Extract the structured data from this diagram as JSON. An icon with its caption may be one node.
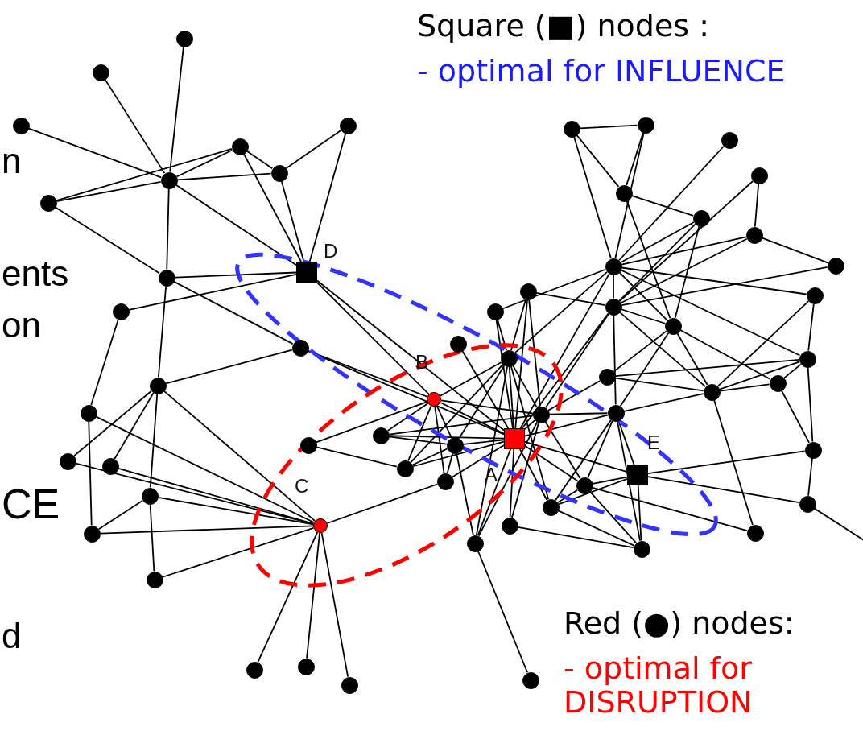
{
  "diagram": {
    "nodes": [
      {
        "text": [],
        "shape": "circle"
      },
      {
        "text": [],
        "shape": "circle"
      },
      {
        "text": [],
        "shape": "circle"
      },
      {
        "text": [],
        "shape": "circle"
      },
      {
        "text": [],
        "shape": "circle"
      },
      {
        "text": [],
        "shape": "circle"
      },
      {
        "text": [],
        "shape": "circle"
      },
      {
        "text": [],
        "shape": "circle"
      },
      {
        "text": [],
        "shape": "circle"
      },
      {
        "text": [],
        "shape": "circle"
      },
      {
        "text": [],
        "shape": "circle"
      },
      {
        "text": [],
        "shape": "circle"
      },
      {
        "text": [],
        "shape": "circle"
      },
      {
        "text": [],
        "shape": "circle"
      },
      {
        "text": [],
        "shape": "circle"
      },
      {
        "text": [],
        "shape": "circle"
      },
      {
        "text": [],
        "shape": "circle"
      },
      {
        "text": [],
        "shape": "box",
        "beside": [
          "D"
        ]
      },
      {
        "text": [],
        "shape": "circle"
      },
      {
        "text": [],
        "shape": "circle"
      },
      {
        "text": [],
        "shape": "circle"
      },
      {
        "text": [],
        "shape": "circle"
      },
      {
        "text": [],
        "shape": "circle"
      },
      {
        "text": [],
        "shape": "circle"
      },
      {
        "text": [],
        "shape": "circle"
      },
      {
        "text": [],
        "shape": "circle"
      },
      {
        "text": [],
        "shape": "circle"
      },
      {
        "text": [],
        "shape": "circle"
      },
      {
        "text": [],
        "shape": "circle"
      },
      {
        "text": [],
        "shape": "circle"
      },
      {
        "text": [],
        "shape": "circle",
        "beside": [
          "B"
        ]
      },
      {
        "text": [],
        "shape": "circle"
      },
      {
        "text": [],
        "shape": "circle"
      },
      {
        "text": [],
        "shape": "circle"
      },
      {
        "text": [],
        "shape": "circle"
      },
      {
        "text": [],
        "shape": "circle"
      },
      {
        "text": [],
        "shape": "circle"
      },
      {
        "text": [],
        "shape": "circle"
      },
      {
        "text": [],
        "shape": "circle"
      },
      {
        "text": [],
        "shape": "circle"
      },
      {
        "text": [],
        "shape": "box",
        "beside": [
          "A"
        ]
      },
      {
        "text": [],
        "shape": "circle"
      },
      {
        "text": [],
        "shape": "circle"
      },
      {
        "text": [],
        "shape": "circle"
      },
      {
        "text": [],
        "shape": "circle"
      },
      {
        "text": [],
        "shape": "circle"
      },
      {
        "text": [],
        "shape": "box",
        "beside": [
          "E"
        ]
      },
      {
        "text": [],
        "shape": "circle"
      },
      {
        "text": [],
        "shape": "circle"
      },
      {
        "text": [],
        "shape": "circle"
      },
      {
        "text": [],
        "shape": "circle"
      },
      {
        "text": [],
        "shape": "circle",
        "beside": [
          "C"
        ]
      },
      {
        "text": [],
        "shape": "circle"
      },
      {
        "text": [],
        "shape": "circle"
      },
      {
        "text": [],
        "shape": "circle"
      },
      {
        "text": [],
        "shape": "circle"
      },
      {
        "text": [],
        "shape": "circle"
      },
      {
        "text": [],
        "shape": "circle"
      },
      {
        "text": [],
        "shape": "circle"
      },
      {
        "text": [],
        "shape": "circle"
      },
      {
        "text": [],
        "shape": "circle"
      },
      {
        "text": [],
        "shape": "circle"
      }
    ],
    "edges": [
      {
        "from": 0,
        "to": 5,
        "arrow": "none"
      },
      {
        "from": 1,
        "to": 5,
        "arrow": "none"
      },
      {
        "from": 2,
        "to": 5,
        "arrow": "none"
      },
      {
        "from": 7,
        "to": 5,
        "arrow": "none"
      },
      {
        "from": 7,
        "to": 3,
        "arrow": "none"
      },
      {
        "from": 5,
        "to": 3,
        "arrow": "none"
      },
      {
        "from": 5,
        "to": 6,
        "arrow": "none"
      },
      {
        "from": 3,
        "to": 6,
        "arrow": "none"
      },
      {
        "from": 5,
        "to": 17,
        "arrow": "none"
      },
      {
        "from": 3,
        "to": 17,
        "arrow": "none"
      },
      {
        "from": 6,
        "to": 17,
        "arrow": "none"
      },
      {
        "from": 4,
        "to": 6,
        "arrow": "none"
      },
      {
        "from": 4,
        "to": 17,
        "arrow": "none"
      },
      {
        "from": 7,
        "to": 16,
        "arrow": "none"
      },
      {
        "from": 5,
        "to": 16,
        "arrow": "none"
      },
      {
        "from": 16,
        "to": 17,
        "arrow": "none"
      },
      {
        "from": 16,
        "to": 25,
        "arrow": "none"
      },
      {
        "from": 16,
        "to": 29,
        "arrow": "none"
      },
      {
        "from": 18,
        "to": 17,
        "arrow": "none"
      },
      {
        "from": 18,
        "to": 34,
        "arrow": "none"
      },
      {
        "from": 17,
        "to": 30,
        "arrow": "none"
      },
      {
        "from": 17,
        "to": 40,
        "arrow": "none"
      },
      {
        "from": 29,
        "to": 43,
        "arrow": "none"
      },
      {
        "from": 29,
        "to": 44,
        "arrow": "none"
      },
      {
        "from": 29,
        "to": 48,
        "arrow": "none"
      },
      {
        "from": 29,
        "to": 51,
        "arrow": "none"
      },
      {
        "from": 29,
        "to": 25,
        "arrow": "none"
      },
      {
        "from": 34,
        "to": 52,
        "arrow": "none"
      },
      {
        "from": 34,
        "to": 51,
        "arrow": "none"
      },
      {
        "from": 43,
        "to": 51,
        "arrow": "none"
      },
      {
        "from": 44,
        "to": 51,
        "arrow": "none"
      },
      {
        "from": 48,
        "to": 51,
        "arrow": "none"
      },
      {
        "from": 48,
        "to": 52,
        "arrow": "none"
      },
      {
        "from": 48,
        "to": 57,
        "arrow": "none"
      },
      {
        "from": 52,
        "to": 51,
        "arrow": "none"
      },
      {
        "from": 57,
        "to": 51,
        "arrow": "none"
      },
      {
        "from": 51,
        "to": 58,
        "arrow": "none"
      },
      {
        "from": 51,
        "to": 59,
        "arrow": "none"
      },
      {
        "from": 51,
        "to": 60,
        "arrow": "none"
      },
      {
        "from": 51,
        "to": 42,
        "arrow": "none"
      },
      {
        "from": 25,
        "to": 30,
        "arrow": "none"
      },
      {
        "from": 25,
        "to": 40,
        "arrow": "none"
      },
      {
        "from": 26,
        "to": 40,
        "arrow": "none"
      },
      {
        "from": 30,
        "to": 27,
        "arrow": "none"
      },
      {
        "from": 30,
        "to": 37,
        "arrow": "none"
      },
      {
        "from": 38,
        "to": 30,
        "arrow": "none"
      },
      {
        "from": 30,
        "to": 40,
        "arrow": "none"
      },
      {
        "from": 30,
        "to": 41,
        "arrow": "none"
      },
      {
        "from": 30,
        "to": 39,
        "arrow": "none"
      },
      {
        "from": 30,
        "to": 42,
        "arrow": "none"
      },
      {
        "from": 30,
        "to": 35,
        "arrow": "none"
      },
      {
        "from": 38,
        "to": 41,
        "arrow": "none"
      },
      {
        "from": 37,
        "to": 40,
        "arrow": "none"
      },
      {
        "from": 37,
        "to": 39,
        "arrow": "none"
      },
      {
        "from": 37,
        "to": 35,
        "arrow": "none"
      },
      {
        "from": 39,
        "to": 40,
        "arrow": "none"
      },
      {
        "from": 39,
        "to": 27,
        "arrow": "none"
      },
      {
        "from": 41,
        "to": 40,
        "arrow": "none"
      },
      {
        "from": 41,
        "to": 27,
        "arrow": "none"
      },
      {
        "from": 41,
        "to": 39,
        "arrow": "none"
      },
      {
        "from": 42,
        "to": 40,
        "arrow": "none"
      },
      {
        "from": 42,
        "to": 39,
        "arrow": "none"
      },
      {
        "from": 40,
        "to": 27,
        "arrow": "none"
      },
      {
        "from": 40,
        "to": 35,
        "arrow": "none"
      },
      {
        "from": 40,
        "to": 53,
        "arrow": "none"
      },
      {
        "from": 40,
        "to": 54,
        "arrow": "none"
      },
      {
        "from": 40,
        "to": 47,
        "arrow": "none"
      },
      {
        "from": 40,
        "to": 50,
        "arrow": "none"
      },
      {
        "from": 40,
        "to": 19,
        "arrow": "none"
      },
      {
        "from": 40,
        "to": 20,
        "arrow": "none"
      },
      {
        "from": 40,
        "to": 21,
        "arrow": "none"
      },
      {
        "from": 40,
        "to": 23,
        "arrow": "none"
      },
      {
        "from": 40,
        "to": 36,
        "arrow": "none"
      },
      {
        "from": 40,
        "to": 46,
        "arrow": "none"
      },
      {
        "from": 54,
        "to": 61,
        "arrow": "none"
      },
      {
        "from": 54,
        "to": 39,
        "arrow": "none"
      },
      {
        "from": 54,
        "to": 27,
        "arrow": "none"
      },
      {
        "from": 54,
        "to": 35,
        "arrow": "none"
      },
      {
        "from": 53,
        "to": 55,
        "arrow": "none"
      },
      {
        "from": 53,
        "to": 35,
        "arrow": "none"
      },
      {
        "from": 27,
        "to": 20,
        "arrow": "none"
      },
      {
        "from": 27,
        "to": 21,
        "arrow": "none"
      },
      {
        "from": 27,
        "to": 19,
        "arrow": "none"
      },
      {
        "from": 27,
        "to": 35,
        "arrow": "none"
      },
      {
        "from": 27,
        "to": 50,
        "arrow": "none"
      },
      {
        "from": 8,
        "to": 9,
        "arrow": "none"
      },
      {
        "from": 8,
        "to": 12,
        "arrow": "none"
      },
      {
        "from": 8,
        "to": 19,
        "arrow": "none"
      },
      {
        "from": 9,
        "to": 12,
        "arrow": "none"
      },
      {
        "from": 9,
        "to": 19,
        "arrow": "none"
      },
      {
        "from": 10,
        "to": 19,
        "arrow": "none"
      },
      {
        "from": 11,
        "to": 14,
        "arrow": "none"
      },
      {
        "from": 11,
        "to": 23,
        "arrow": "none"
      },
      {
        "from": 12,
        "to": 13,
        "arrow": "none"
      },
      {
        "from": 12,
        "to": 24,
        "arrow": "none"
      },
      {
        "from": 13,
        "to": 19,
        "arrow": "none"
      },
      {
        "from": 13,
        "to": 23,
        "arrow": "none"
      },
      {
        "from": 13,
        "to": 24,
        "arrow": "none"
      },
      {
        "from": 14,
        "to": 15,
        "arrow": "none"
      },
      {
        "from": 14,
        "to": 19,
        "arrow": "none"
      },
      {
        "from": 14,
        "to": 23,
        "arrow": "none"
      },
      {
        "from": 15,
        "to": 23,
        "arrow": "none"
      },
      {
        "from": 19,
        "to": 22,
        "arrow": "none"
      },
      {
        "from": 19,
        "to": 23,
        "arrow": "none"
      },
      {
        "from": 19,
        "to": 24,
        "arrow": "none"
      },
      {
        "from": 19,
        "to": 28,
        "arrow": "none"
      },
      {
        "from": 19,
        "to": 21,
        "arrow": "none"
      },
      {
        "from": 23,
        "to": 20,
        "arrow": "none"
      },
      {
        "from": 23,
        "to": 24,
        "arrow": "none"
      },
      {
        "from": 23,
        "to": 32,
        "arrow": "none"
      },
      {
        "from": 23,
        "to": 35,
        "arrow": "none"
      },
      {
        "from": 23,
        "to": 36,
        "arrow": "none"
      },
      {
        "from": 24,
        "to": 32,
        "arrow": "none"
      },
      {
        "from": 24,
        "to": 33,
        "arrow": "none"
      },
      {
        "from": 24,
        "to": 31,
        "arrow": "none"
      },
      {
        "from": 24,
        "to": 36,
        "arrow": "none"
      },
      {
        "from": 31,
        "to": 28,
        "arrow": "none"
      },
      {
        "from": 31,
        "to": 32,
        "arrow": "none"
      },
      {
        "from": 32,
        "to": 33,
        "arrow": "none"
      },
      {
        "from": 32,
        "to": 28,
        "arrow": "none"
      },
      {
        "from": 32,
        "to": 22,
        "arrow": "none"
      },
      {
        "from": 28,
        "to": 33,
        "arrow": "none"
      },
      {
        "from": 28,
        "to": 45,
        "arrow": "none"
      },
      {
        "from": 22,
        "to": 28,
        "arrow": "none"
      },
      {
        "from": 36,
        "to": 46,
        "arrow": "none"
      },
      {
        "from": 36,
        "to": 55,
        "arrow": "none"
      },
      {
        "from": 36,
        "to": 50,
        "arrow": "none"
      },
      {
        "from": 36,
        "to": 47,
        "arrow": "none"
      },
      {
        "from": 36,
        "to": 32,
        "arrow": "none"
      },
      {
        "from": 46,
        "to": 45,
        "arrow": "none"
      },
      {
        "from": 46,
        "to": 49,
        "arrow": "none"
      },
      {
        "from": 46,
        "to": 55,
        "arrow": "none"
      },
      {
        "from": 46,
        "to": 47,
        "arrow": "none"
      },
      {
        "from": 46,
        "to": 50,
        "arrow": "none"
      },
      {
        "from": 47,
        "to": 56,
        "arrow": "none"
      },
      {
        "from": 47,
        "to": 55,
        "arrow": "none"
      },
      {
        "from": 47,
        "to": 50,
        "arrow": "none"
      },
      {
        "from": 47,
        "to": 35,
        "arrow": "none"
      },
      {
        "from": 50,
        "to": 55,
        "arrow": "none"
      },
      {
        "from": 32,
        "to": 56,
        "arrow": "none"
      },
      {
        "from": 33,
        "to": 45,
        "arrow": "none"
      },
      {
        "from": 45,
        "to": 49,
        "arrow": "none"
      },
      {
        "from": 35,
        "to": 31,
        "arrow": "none"
      },
      {
        "from": 35,
        "to": 36,
        "arrow": "none"
      },
      {
        "from": 20,
        "to": 35,
        "arrow": "none"
      },
      {
        "from": 49,
        "to": null,
        "arrow": "none"
      }
    ],
    "labels": [
      "Square (■) nodes :",
      "- optimal for INFLUENCE",
      "n",
      "ents",
      "on",
      "CE",
      "Red (●) nodes:",
      "d",
      "- optimal for DISRUPTION"
    ]
  }
}
